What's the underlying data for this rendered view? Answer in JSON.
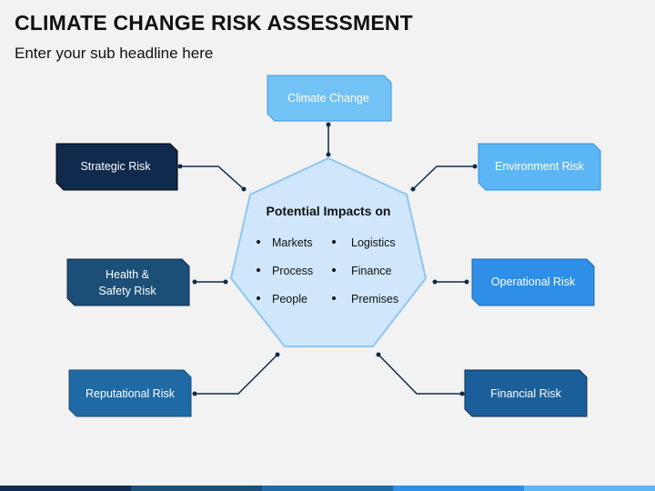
{
  "header": {
    "title": "CLIMATE CHANGE RISK ASSESSMENT",
    "subtitle": "Enter your sub headline here"
  },
  "center": {
    "title": "Potential Impacts on",
    "items_left": [
      "Markets",
      "Process",
      "People"
    ],
    "items_right": [
      "Logistics",
      "Finance",
      "Premises"
    ]
  },
  "boxes": {
    "top": "Climate Change",
    "strategic": "Strategic Risk",
    "health_line1": "Health &",
    "health_line2": "Safety Risk",
    "reputational": "Reputational Risk",
    "environment": "Environment Risk",
    "operational": "Operational Risk",
    "financial": "Financial Risk"
  },
  "colors": {
    "navy": "#0f2a4d",
    "dark_blue": "#1b4f78",
    "mid_blue": "#1f6aa5",
    "bright_blue": "#2e8ee8",
    "light_blue": "#5cb6f5",
    "pale_blue": "#73c2f5",
    "center_fill": "#cfe6fb",
    "center_stroke": "#8ec6f0"
  }
}
